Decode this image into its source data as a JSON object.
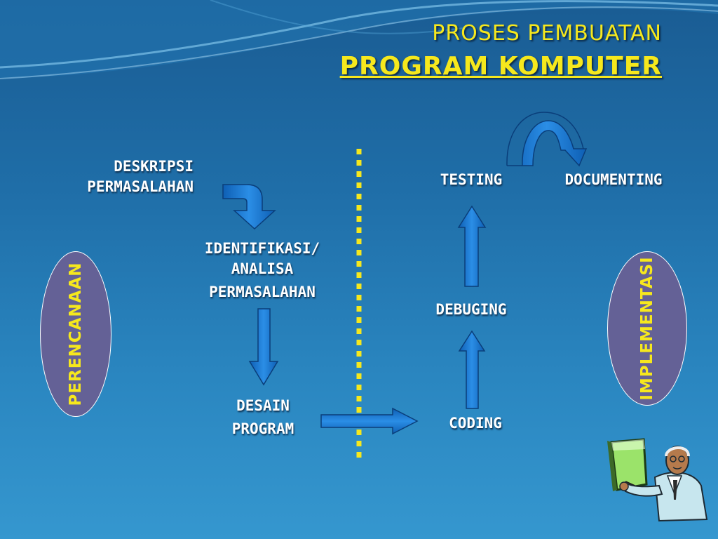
{
  "slide": {
    "title_line1": "PROSES PEMBUATAN",
    "title_line2": "PROGRAM KOMPUTER"
  },
  "phases": {
    "left": "PERENCANAAN",
    "right": "IMPLEMENTASI"
  },
  "steps": {
    "deskripsi_line1": "DESKRIPSI",
    "deskripsi_line2": "PERMASALAHAN",
    "identifikasi_line1": "IDENTIFIKASI/",
    "identifikasi_line2": "ANALISA",
    "identifikasi_line3": "PERMASALAHAN",
    "desain_line1": "DESAIN",
    "desain_line2": "PROGRAM",
    "coding": "CODING",
    "debuging": "DEBUGING",
    "testing": "TESTING",
    "documenting": "DOCUMENTING"
  },
  "colors": {
    "title": "#f6e81d",
    "arrow": "#1f78d1",
    "divider": "#f6e81d",
    "ellipse_fill": "#646196"
  }
}
